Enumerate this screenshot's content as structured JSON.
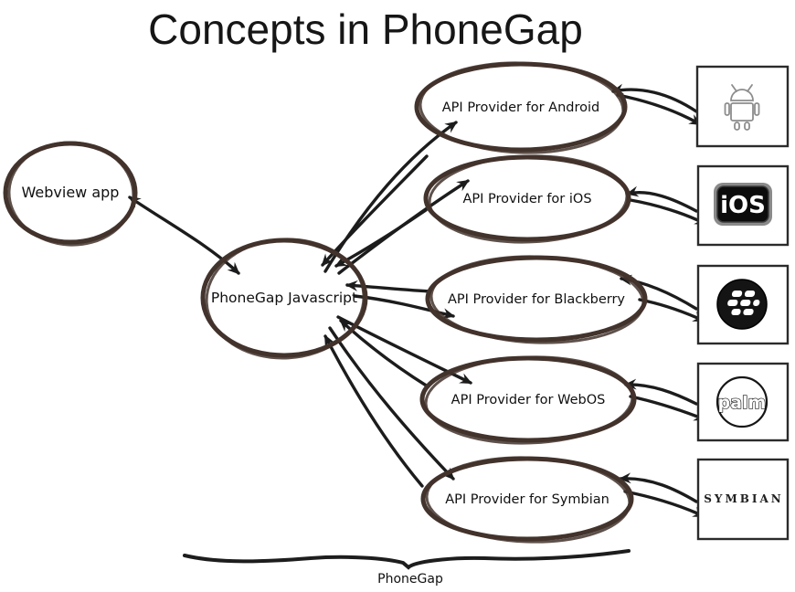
{
  "title": "Concepts in PhoneGap",
  "diagram": {
    "webview": {
      "label": "Webview app"
    },
    "core": {
      "label": "PhoneGap Javascript"
    },
    "providers": [
      {
        "label": "API Provider for Android"
      },
      {
        "label": "API Provider for iOS"
      },
      {
        "label": "API Provider for Blackberry"
      },
      {
        "label": "API Provider for WebOS"
      },
      {
        "label": "API Provider for Symbian"
      }
    ],
    "platform_badges": {
      "ios_text": "iOS",
      "palm_text": "palm",
      "symbian_text": "SYMBIAN"
    },
    "brace_label": "PhoneGap"
  },
  "icons": {
    "android": "android-robot-icon",
    "ios": "ios-badge-icon",
    "blackberry": "blackberry-logo-icon",
    "palm": "palm-logo-icon",
    "symbian": "symbian-wordmark-icon"
  },
  "colors": {
    "background": "#ffffff",
    "ellipse_stroke": "#42332c",
    "arrow_ink": "#1c1c1c",
    "title_ink": "#161616",
    "badge_black": "#0c0c0c"
  }
}
